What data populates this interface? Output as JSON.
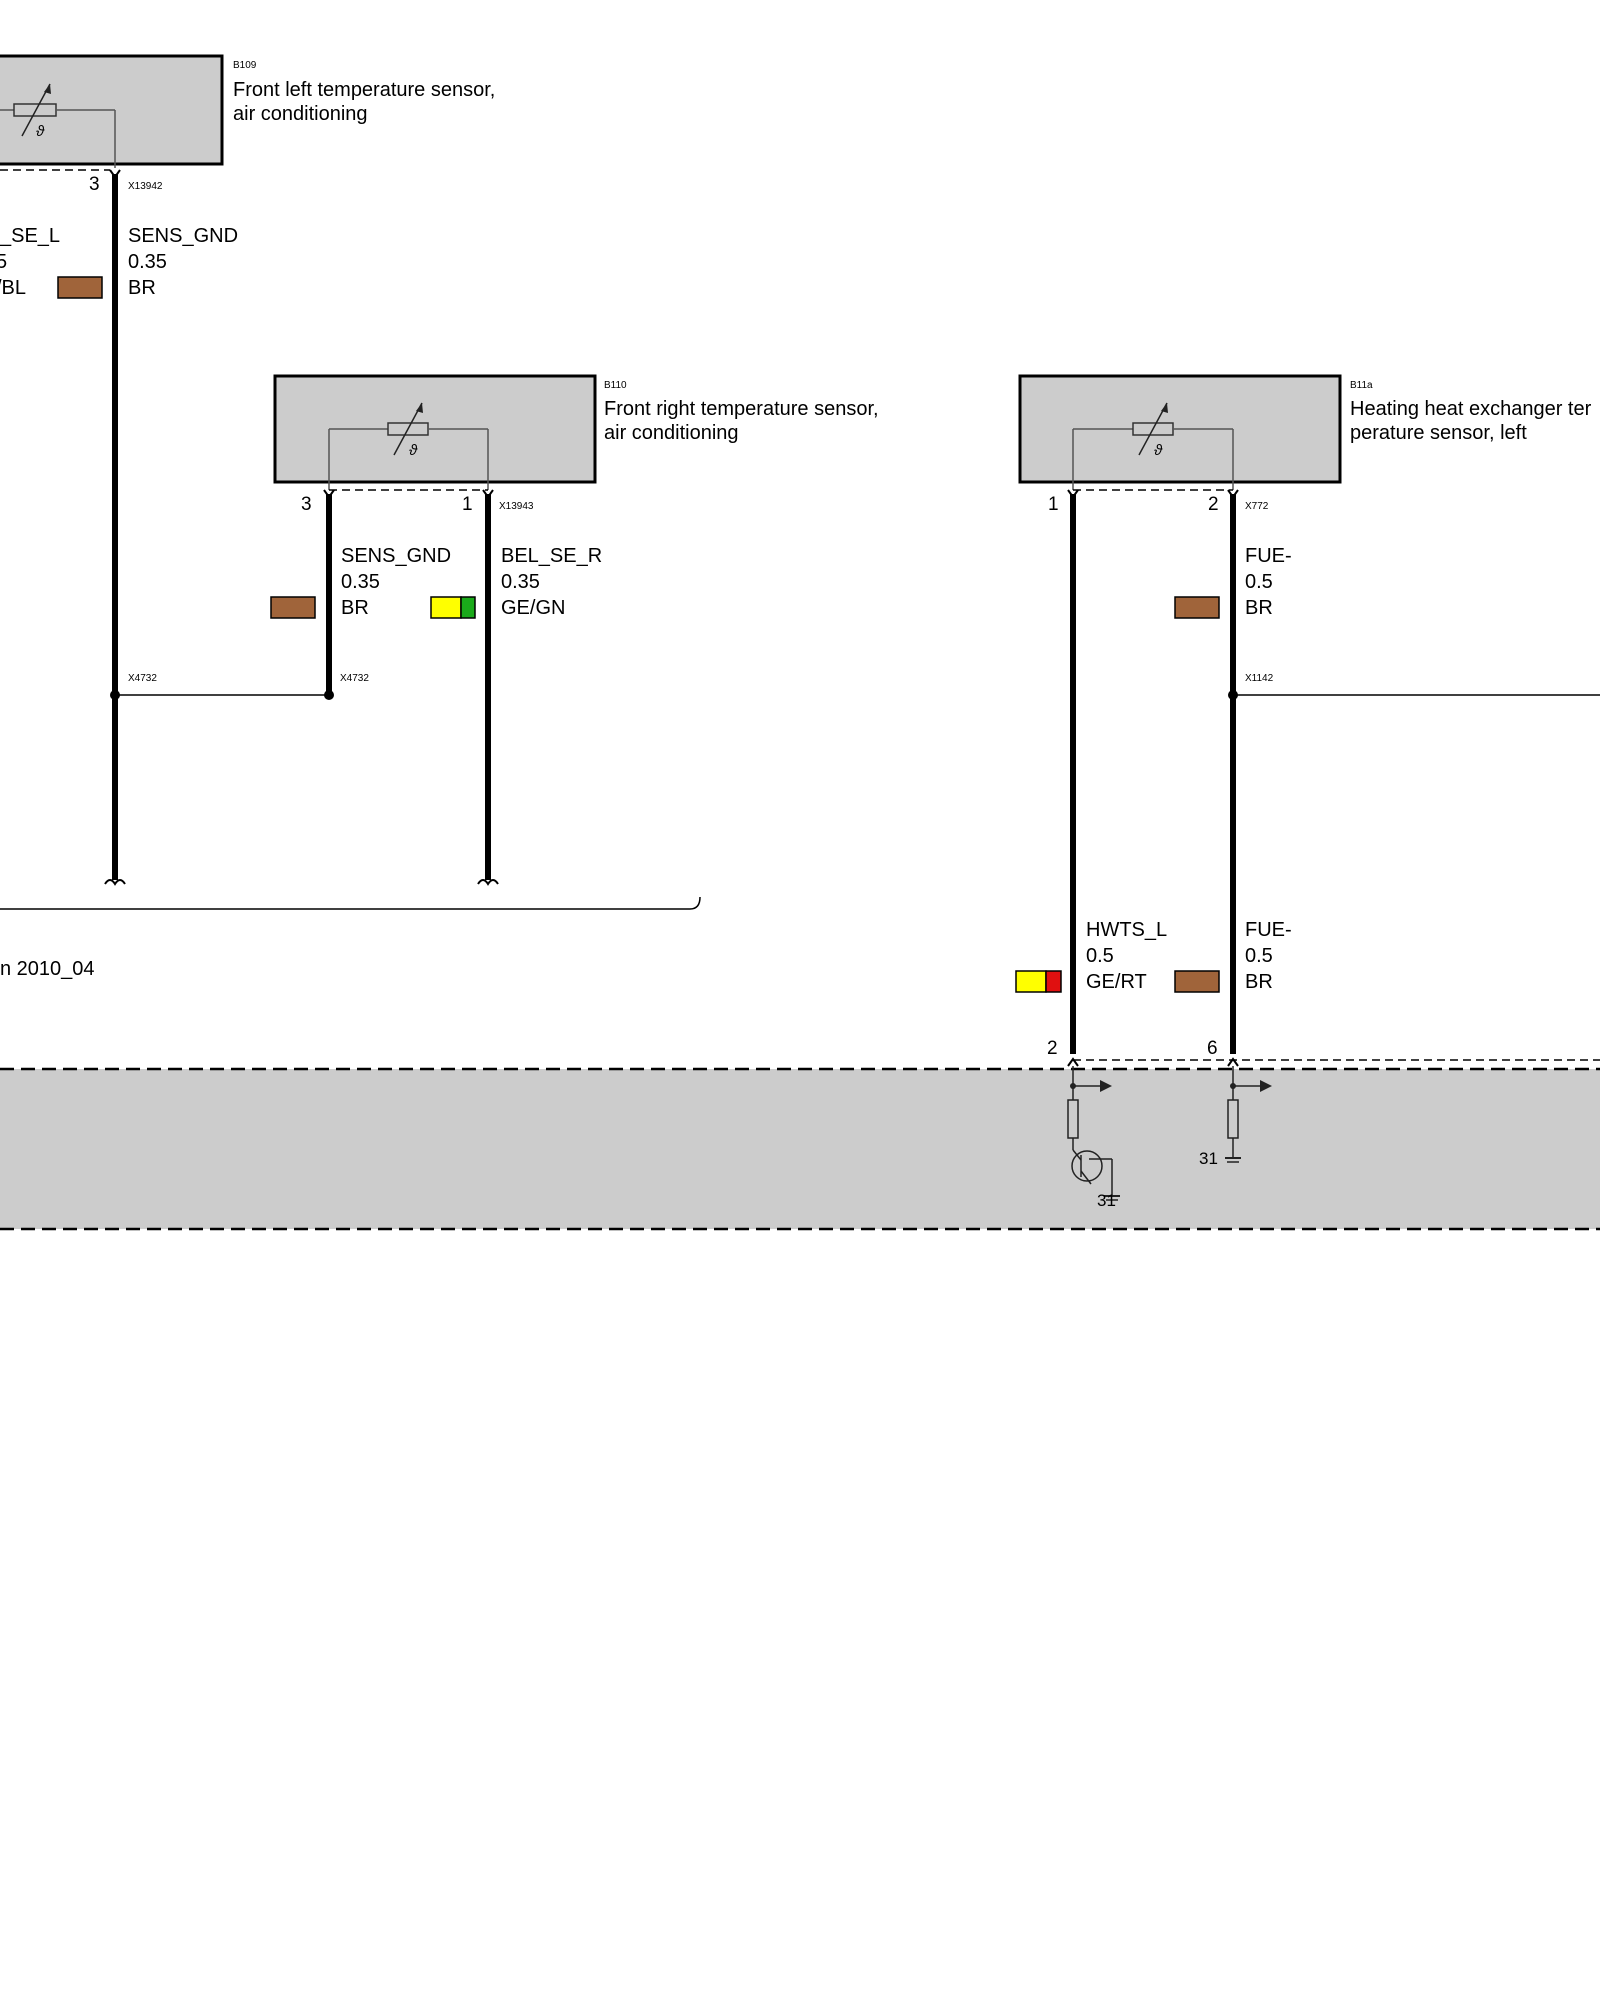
{
  "components": {
    "b109": {
      "code": "B109",
      "line1": "Front left temperature sensor,",
      "line2": "air conditioning",
      "pin": "3",
      "connector": "X13942"
    },
    "b110": {
      "code": "B110",
      "line1": "Front right temperature sensor,",
      "line2": "air conditioning",
      "pin_left": "3",
      "pin_right": "1",
      "connector": "X13943"
    },
    "b11a": {
      "code": "B11a",
      "line1": "Heating heat exchanger ter",
      "line2": "perature sensor, left",
      "pin_left": "1",
      "pin_right": "2",
      "connector": "X772"
    }
  },
  "wires": {
    "w_left_partial": {
      "name": "_SE_L",
      "size": "5",
      "color": "/BL"
    },
    "w_b109_gnd": {
      "name": "SENS_GND",
      "size": "0.35",
      "color": "BR",
      "swatch": [
        "#a0643a"
      ]
    },
    "w_b110_gnd": {
      "name": "SENS_GND",
      "size": "0.35",
      "color": "BR",
      "swatch": [
        "#a0643a"
      ]
    },
    "w_b110_sig": {
      "name": "BEL_SE_R",
      "size": "0.35",
      "color": "GE/GN",
      "swatch": [
        "#ffff00",
        "#1aaa1a"
      ]
    },
    "w_b11a_top": {
      "name": "FUE-",
      "size": "0.5",
      "color": "BR",
      "swatch": [
        "#a0643a"
      ]
    },
    "w_hwts": {
      "name": "HWTS_L",
      "size": "0.5",
      "color": "GE/RT",
      "swatch": [
        "#ffff00",
        "#e01010"
      ]
    },
    "w_fue_bottom": {
      "name": "FUE-",
      "size": "0.5",
      "color": "BR",
      "swatch": [
        "#a0643a"
      ]
    }
  },
  "splices": {
    "s1": "X4732",
    "s2": "X4732",
    "s3": "X1142"
  },
  "note": "n 2010_04",
  "control_unit": {
    "pin_hwts": "2",
    "pin_fue": "6",
    "ground_1": "31",
    "ground_2": "31"
  },
  "colors": {
    "component_fill": "#cccccc",
    "brown": "#a0643a",
    "yellow": "#ffff00",
    "green": "#1aaa1a",
    "red": "#e01010"
  }
}
